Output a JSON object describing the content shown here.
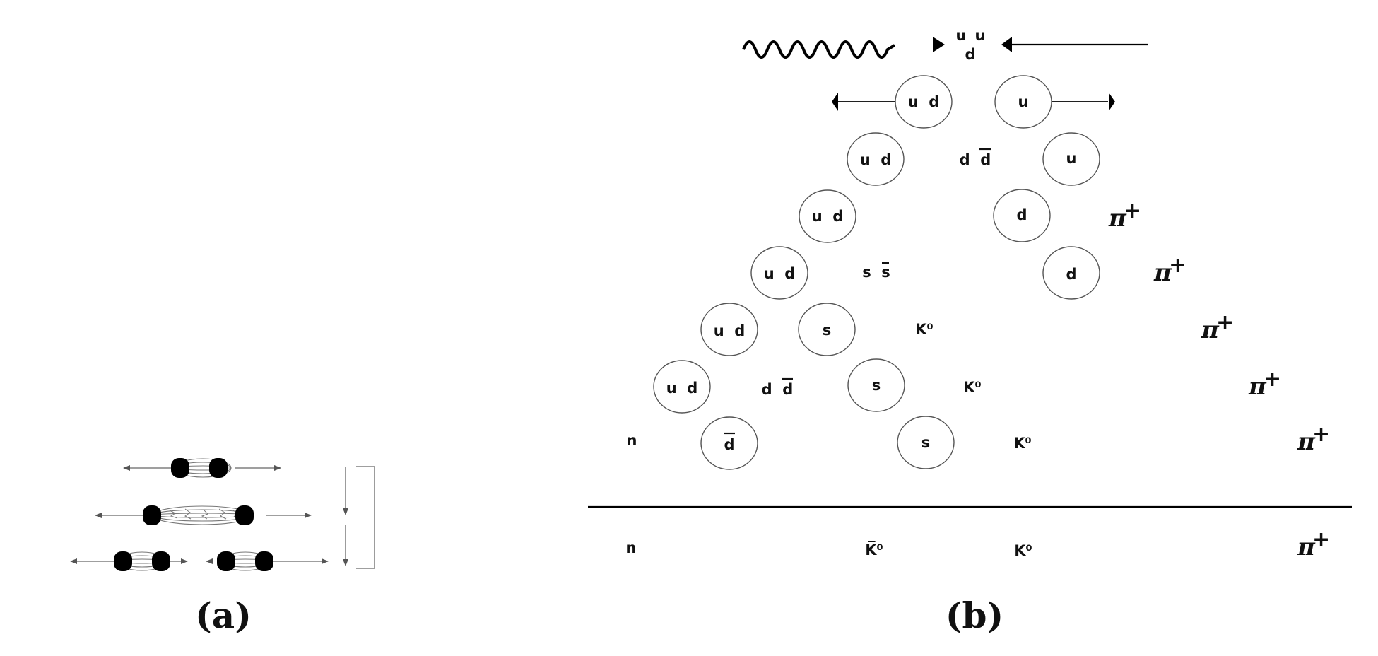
{
  "panel_a": {
    "caption": "(a)"
  },
  "panel_b": {
    "caption": "(b)",
    "incoming": {
      "target_quarks": [
        {
          "q": "u"
        },
        {
          "q": "u"
        },
        {
          "q": "d"
        }
      ]
    },
    "bubbles": [
      {
        "text": "u  d"
      },
      {
        "text": "u"
      },
      {
        "text": "u  d"
      },
      {
        "text": "u"
      },
      {
        "text": "u  d"
      },
      {
        "text": "d"
      },
      {
        "text": "u  d"
      },
      {
        "text": "d"
      },
      {
        "text": "u  d"
      },
      {
        "text": "s"
      },
      {
        "text": "u  d"
      },
      {
        "text": "s"
      },
      {
        "text": "d",
        "bar": true
      },
      {
        "text": "s"
      }
    ],
    "pairs": [
      {
        "text": "d  d",
        "bar_second": true
      },
      {
        "text": "s  s",
        "bar_second": true
      },
      {
        "text": "d  d",
        "bar_second": true
      }
    ],
    "hadrons_upper": [
      {
        "text": "K⁰"
      },
      {
        "text": "K⁰"
      },
      {
        "text": "K⁰"
      },
      {
        "text": "n"
      }
    ],
    "pions_upper": [
      {
        "base": "π",
        "sup": "+"
      },
      {
        "base": "π",
        "sup": "+"
      },
      {
        "base": "π",
        "sup": "+"
      },
      {
        "base": "π",
        "sup": "+"
      },
      {
        "base": "π",
        "sup": "+"
      }
    ],
    "final_state": [
      {
        "text": "n"
      },
      {
        "text": "K̅⁰"
      },
      {
        "text": "K⁰"
      },
      {
        "pion_base": "π",
        "pion_sup": "+"
      }
    ]
  }
}
